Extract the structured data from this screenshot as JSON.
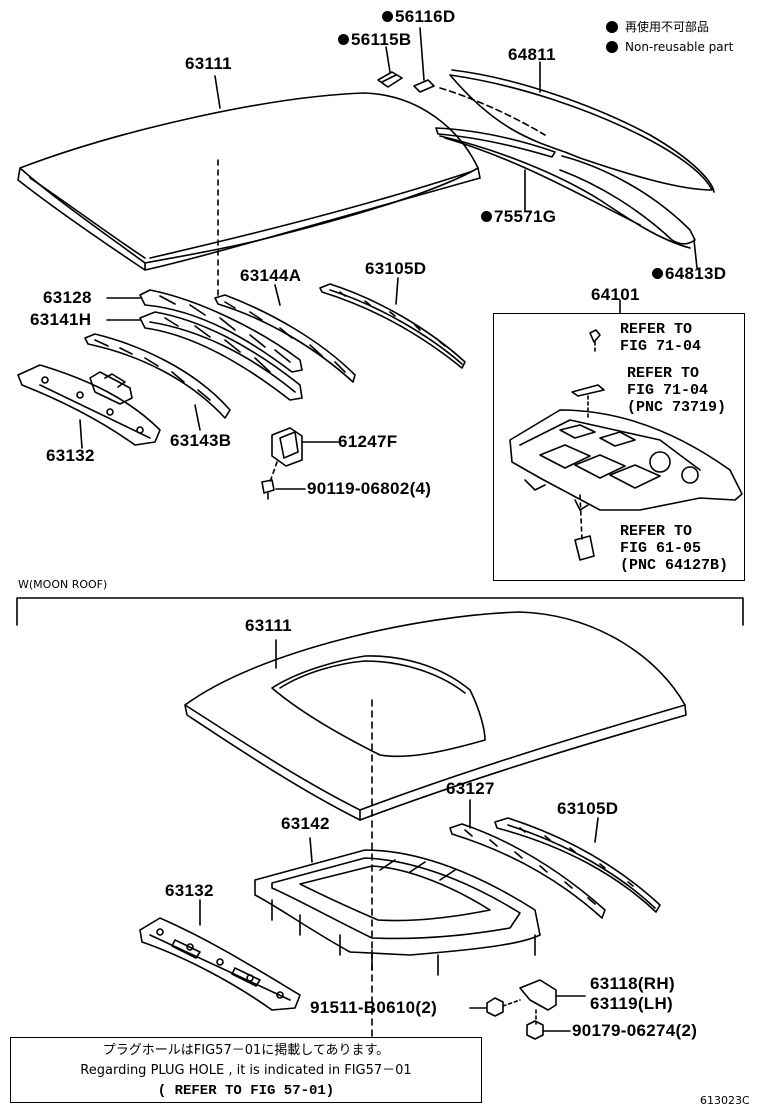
{
  "legend": {
    "japanese": "再使用不可部品",
    "english": "Non-reusable part"
  },
  "parts_top": {
    "p63111": "63111",
    "p56116D": "56116D",
    "p56115B": "56115B",
    "p64811": "64811",
    "p75571G": "75571G",
    "p64813D": "64813D",
    "p63128": "63128",
    "p63141H": "63141H",
    "p63144A": "63144A",
    "p63105D": "63105D",
    "p63132": "63132",
    "p63143B": "63143B",
    "p61247F": "61247F",
    "p90119": "90119-06802(4)",
    "p64101": "64101"
  },
  "refer_box": {
    "ref1": "REFER TO\nFIG 71-04",
    "ref2": "REFER TO\nFIG 71-04\n(PNC 73719)",
    "ref3": "REFER TO\nFIG 61-05\n(PNC 64127B)"
  },
  "moon_roof": {
    "section_label": "W(MOON ROOF)",
    "p63111": "63111",
    "p63142": "63142",
    "p63127": "63127",
    "p63105D": "63105D",
    "p63132": "63132",
    "p63118": "63118(RH)",
    "p63119": "63119(LH)",
    "p91511": "91511-B0610(2)",
    "p90179": "90179-06274(2)"
  },
  "note": {
    "line1": "プラグホールはFIG57－01に掲載してあります。",
    "line2": "Regarding  PLUG HOLE , it is indicated  in  FIG57－01",
    "line3": "(   REFER TO FIG 57-01)"
  },
  "diagram_code": "613023C"
}
